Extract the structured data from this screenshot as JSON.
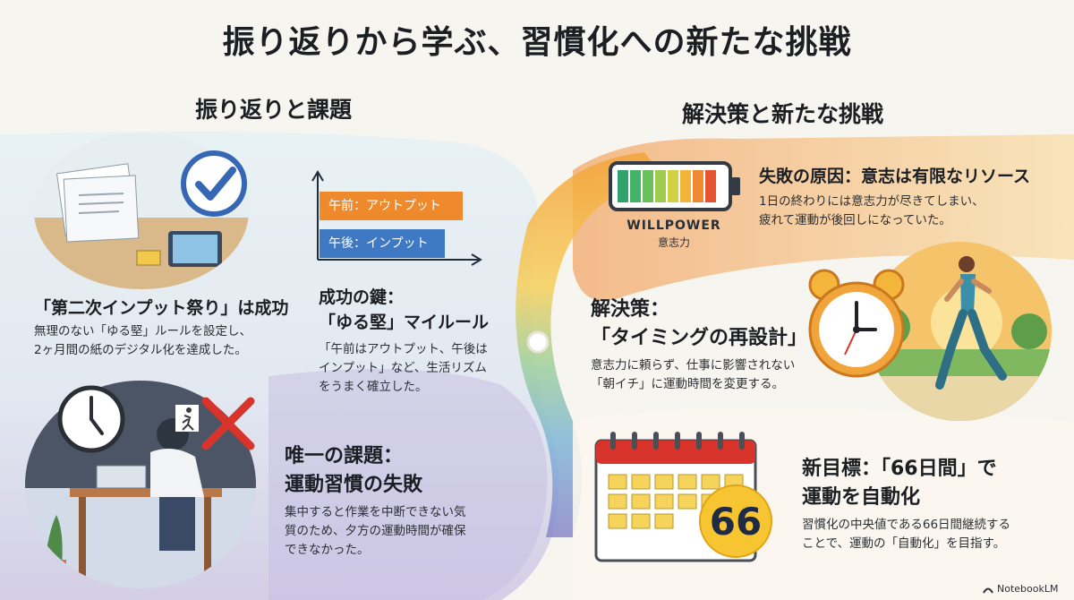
{
  "title": "振り返りから学ぶ、習慣化への新たな挑戦",
  "left": {
    "heading": "振り返りと課題",
    "success": {
      "heading": "「第二次インプット祭り」は成功",
      "body": "無理のない「ゆる堅」ルールを設定し、\n2ヶ月間の紙のデジタル化を達成した。"
    },
    "schedule": {
      "am_label": "午前：アウトプット",
      "pm_label": "午後：インプット"
    },
    "key": {
      "heading_line1": "成功の鍵：",
      "heading_line2": "「ゆる堅」マイルール",
      "body": "「午前はアウトプット、午後は\nインプット」など、生活リズム\nをうまく確立した。"
    },
    "issue": {
      "heading_line1": "唯一の課題：",
      "heading_line2": "運動習慣の失敗",
      "body": "集中すると作業を中断できない気\n質のため、夕方の運動時間が確保\nできなかった。"
    }
  },
  "right": {
    "heading": "解決策と新たな挑戦",
    "battery": {
      "label_en": "WILLPOWER",
      "label_jp": "意志力"
    },
    "cause": {
      "heading": "失敗の原因：意志は有限なリソース",
      "body": "1日の終わりには意志力が尽きてしまい、\n疲れて運動が後回しになっていた。"
    },
    "solution": {
      "heading_line1": "解決策：",
      "heading_line2": "「タイミングの再設計」",
      "body": "意志力に頼らず、仕事に影響されない\n「朝イチ」に運動時間を変更する。"
    },
    "goal": {
      "heading_line1": "新目標：「66日間」で",
      "heading_line2": "運動を自動化",
      "body": "習慣化の中央値である66日間継続する\nことで、運動の「自動化」を目指す。",
      "badge_number": "66"
    }
  },
  "footer": {
    "brand": "NotebookLM"
  },
  "colors": {
    "am_bar": "#ef8a2c",
    "pm_bar": "#3f79c4",
    "accent_red": "#d9342b",
    "badge_yellow": "#f7c531",
    "check_blue": "#3567b5"
  }
}
